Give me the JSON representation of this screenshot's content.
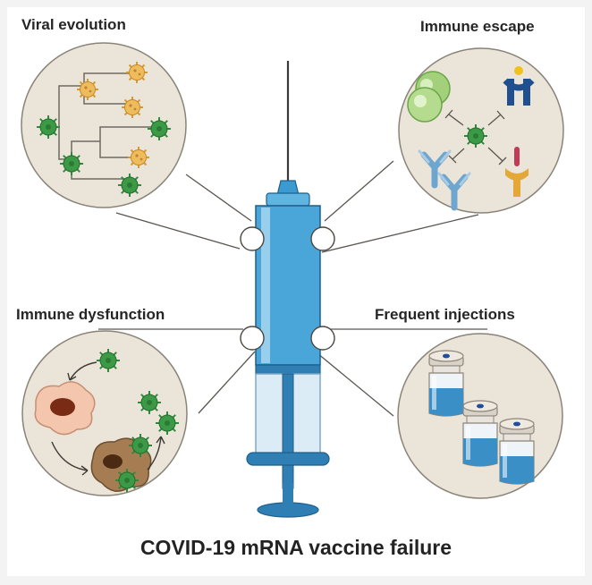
{
  "title": "COVID-19 mRNA vaccine failure",
  "panels": {
    "viral_evolution": "Viral evolution",
    "immune_escape": "Immune escape",
    "immune_dysfunction": "Immune dysfunction",
    "frequent_injections": "Frequent injections"
  },
  "colors": {
    "circle_fill": "#ebe4d8",
    "circle_stroke": "#8a8378",
    "virus_green": "#2f8a3c",
    "virus_orange": "#e0a844",
    "syringe_blue": "#3b9ad0",
    "plunger_blue": "#2f7fb4",
    "antibody_blue": "#6fa6cf",
    "vial_blue": "#3a8fc7"
  },
  "icons": [
    "syringe-icon",
    "virus-icon",
    "antibody-icon",
    "receptor-icon",
    "cell-icon",
    "macrophage-icon",
    "vial-icon"
  ]
}
